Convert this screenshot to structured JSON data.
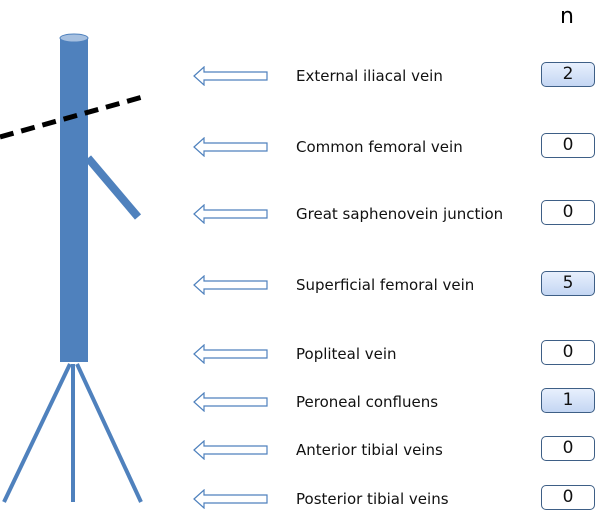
{
  "header": {
    "n_label": "n"
  },
  "veins": [
    {
      "label": "External iliacal vein",
      "n": "2",
      "highlighted": true
    },
    {
      "label": "Common femoral vein",
      "n": "0",
      "highlighted": false
    },
    {
      "label": "Great saphenovein junction",
      "n": "0",
      "highlighted": false
    },
    {
      "label": "Superficial femoral vein",
      "n": "5",
      "highlighted": true
    },
    {
      "label": "Popliteal vein",
      "n": "0",
      "highlighted": false
    },
    {
      "label": "Peroneal confluens",
      "n": "1",
      "highlighted": true
    },
    {
      "label": "Anterior tibial veins",
      "n": "0",
      "highlighted": false
    },
    {
      "label": "Posterior tibial veins",
      "n": "0",
      "highlighted": false
    }
  ],
  "colors": {
    "vein": "#4f81bd",
    "vein_top": "#a6c0e0",
    "box_border": "#3e5f86",
    "box_highlight": "#c4d6f3",
    "arrow_outline": "#4f81bd"
  }
}
